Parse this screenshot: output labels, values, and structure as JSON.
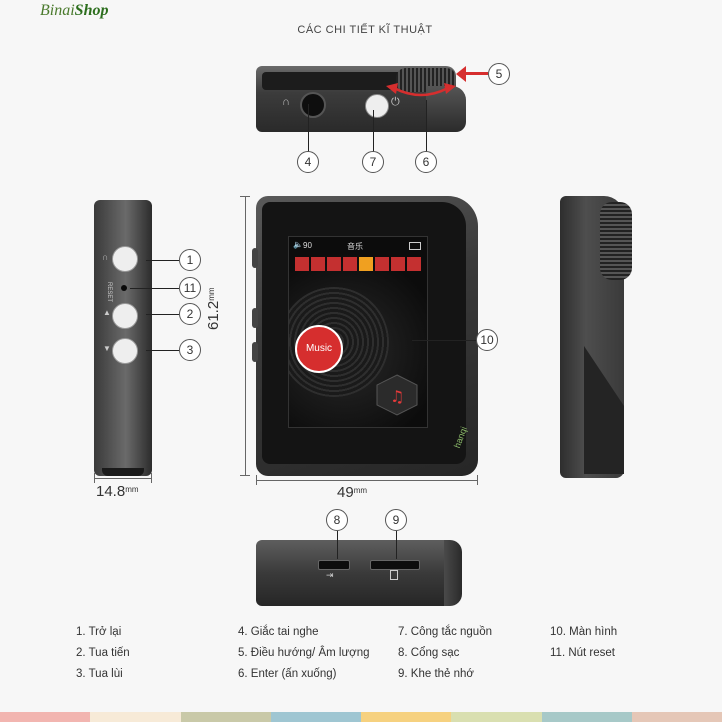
{
  "brand": {
    "part1": "Binai",
    "part2": "Shop"
  },
  "title": "CÁC CHI TIẾT KĨ THUẬT",
  "callouts": [
    "1",
    "2",
    "3",
    "4",
    "5",
    "6",
    "7",
    "8",
    "9",
    "10",
    "11"
  ],
  "screen": {
    "volume": "90",
    "header": "音乐",
    "music_label": "Music",
    "watermark": "hanqi"
  },
  "side_labels": {
    "reset": "RESET"
  },
  "dimensions": {
    "height": "61.2",
    "width": "49",
    "depth": "14.8",
    "unit": "mm"
  },
  "legend": [
    "1. Trở lại",
    "2. Tua tiến",
    "3. Tua lùi",
    "4. Giắc tai nghe",
    "5. Điều hướng/ Âm lượng",
    "6. Enter (ấn xuống)",
    "7. Công tắc nguồn",
    "8. Cổng sạc",
    "9. Khe thẻ nhớ",
    "10. Màn hình",
    "11. Nút reset"
  ],
  "colors": {
    "accent_red": "#d62e2e",
    "screen_orange": "#f0a020",
    "body_dark": "#2f2f2f",
    "stripes": [
      "#f2b5b0",
      "#f7ead7",
      "#c9c9a8",
      "#9fc6d2",
      "#f6d17f",
      "#d9dfb0",
      "#a7c9c8",
      "#e5c7b7"
    ]
  }
}
